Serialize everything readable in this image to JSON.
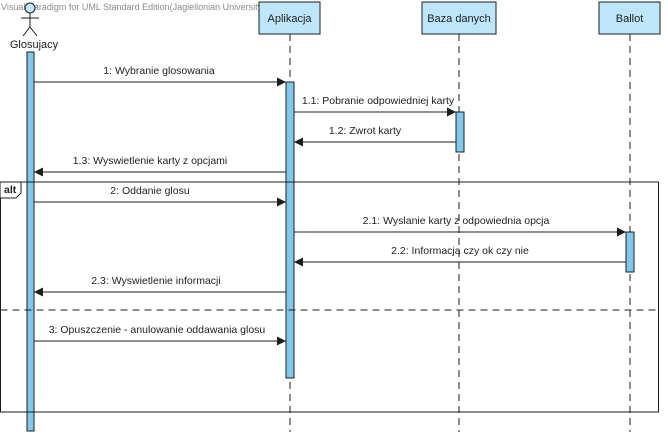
{
  "watermark": "Visual Paradigm for UML Standard Edition(Jagiellonian University)",
  "colors": {
    "box_fill": "#BEE6FA",
    "activation_fill": "#82C8EA",
    "line": "#1e1e1e"
  },
  "actor": {
    "name": "Glosujacy"
  },
  "lifelines": [
    {
      "name": "Aplikacja"
    },
    {
      "name": "Baza danych"
    },
    {
      "name": "Ballot"
    }
  ],
  "fragment": {
    "operator": "alt"
  },
  "messages": [
    {
      "label": "1: Wybranie glosowania",
      "kind": "sync"
    },
    {
      "label": "1.1: Pobranie odpowiedniej karty",
      "kind": "sync"
    },
    {
      "label": "1.2: Zwrot karty",
      "kind": "return"
    },
    {
      "label": "1.3: Wyswietlenie karty z opcjami",
      "kind": "return"
    },
    {
      "label": "2: Oddanie glosu",
      "kind": "sync"
    },
    {
      "label": "2.1: Wyslanie karty z odpowiednia opcja",
      "kind": "sync"
    },
    {
      "label": "2.2: Informacja czy ok czy nie",
      "kind": "return"
    },
    {
      "label": "2.3: Wyswietlenie informacji",
      "kind": "return"
    },
    {
      "label": "3: Opuszczenie - anulowanie oddawania glosu",
      "kind": "sync"
    }
  ]
}
